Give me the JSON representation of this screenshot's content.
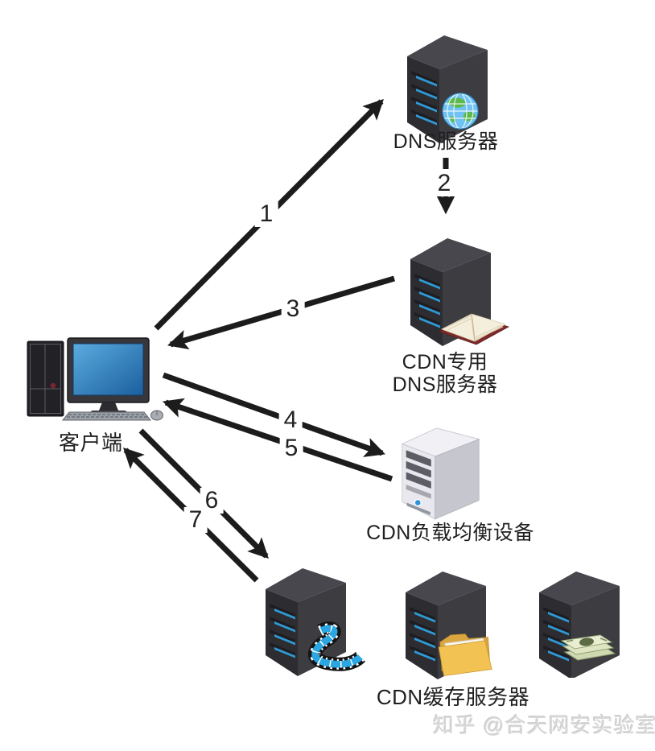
{
  "page": {
    "background": "#ffffff"
  },
  "diagram": {
    "nodes": {
      "client": {
        "label": "客户端",
        "icon": "desktop-computer-icon"
      },
      "dns_server": {
        "label": "DNS服务器",
        "icon": "server-globe-icon"
      },
      "cdn_dns_server": {
        "label_line1": "CDN专用",
        "label_line2": "DNS服务器",
        "icon": "server-book-icon"
      },
      "load_balancer": {
        "label": "CDN负载均衡设备",
        "icon": "server-tower-light-icon"
      },
      "cache_cluster": {
        "label": "CDN缓存服务器",
        "icons": [
          "server-film-icon",
          "server-folder-icon",
          "server-money-icon"
        ]
      }
    },
    "arrows": [
      {
        "number": "1",
        "from": "client",
        "to": "dns_server",
        "line": "solid"
      },
      {
        "number": "2",
        "from": "dns_server",
        "to": "cdn_dns_server",
        "line": "dashed"
      },
      {
        "number": "3",
        "from": "cdn_dns_server",
        "to": "client",
        "line": "solid"
      },
      {
        "number": "4",
        "from": "client",
        "to": "load_balancer",
        "line": "solid"
      },
      {
        "number": "5",
        "from": "load_balancer",
        "to": "client",
        "line": "solid"
      },
      {
        "number": "6",
        "from": "client",
        "to": "cache_cluster",
        "line": "solid"
      },
      {
        "number": "7",
        "from": "cache_cluster",
        "to": "client",
        "line": "solid"
      }
    ],
    "watermark": "知乎 @合天网安实验室",
    "colors": {
      "arrow": "#1c1c1c",
      "label_text": "#1f1f1f",
      "server_dark": "#3c3c41",
      "server_accent_blue": "#2f9ad6",
      "screen_blue": "#2f7fc0",
      "load_balancer_body": "#e8e8ee",
      "folder_yellow": "#f2c252",
      "film_blue": "#2aa6e2",
      "book_red": "#7e2a2a",
      "money_green": "#dfe5c2",
      "watermark_gray": "#d6d6d6"
    }
  }
}
